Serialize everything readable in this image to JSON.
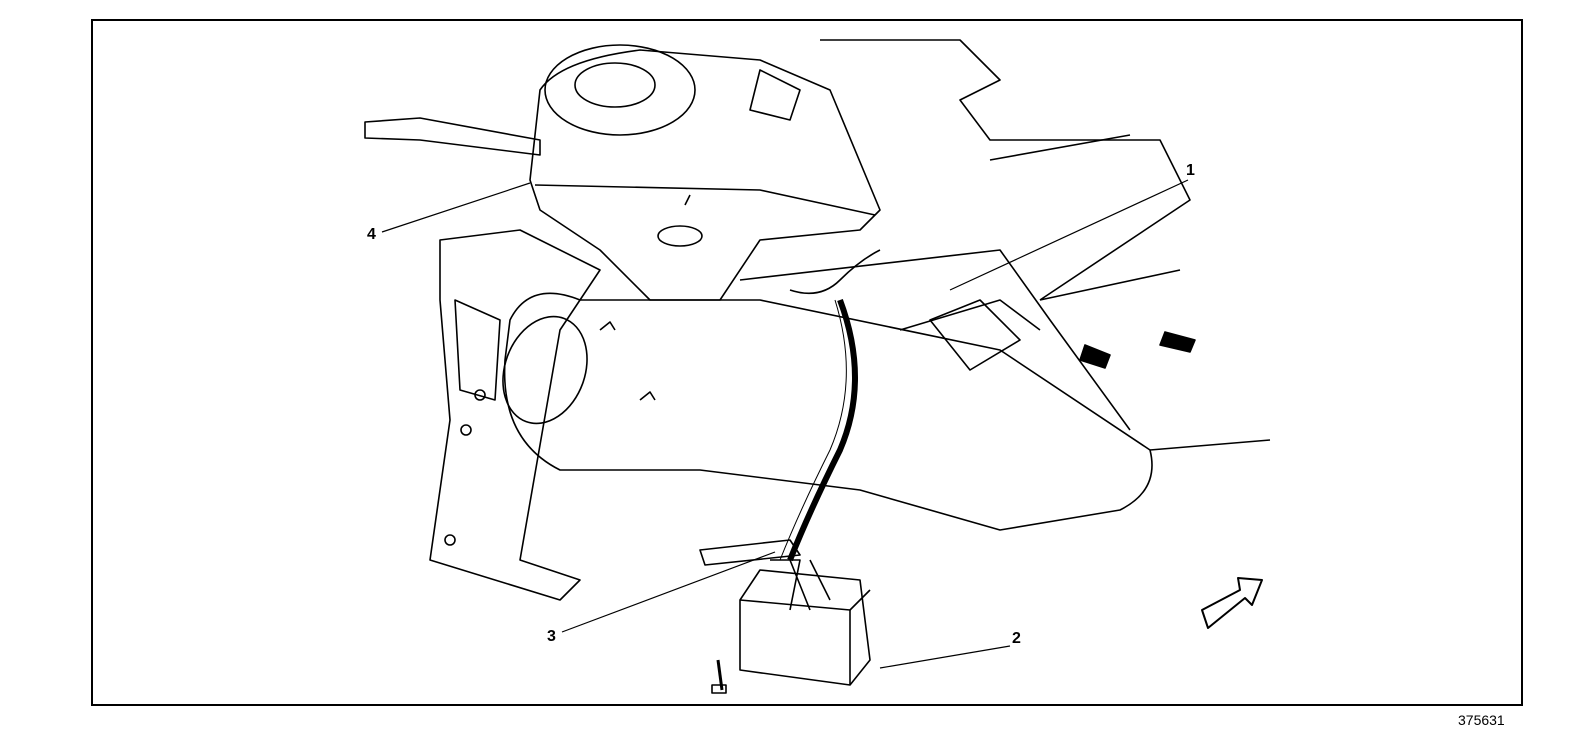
{
  "callouts": [
    {
      "number": "1"
    },
    {
      "number": "2"
    },
    {
      "number": "3"
    },
    {
      "number": "4"
    }
  ],
  "figure_id": "375631"
}
